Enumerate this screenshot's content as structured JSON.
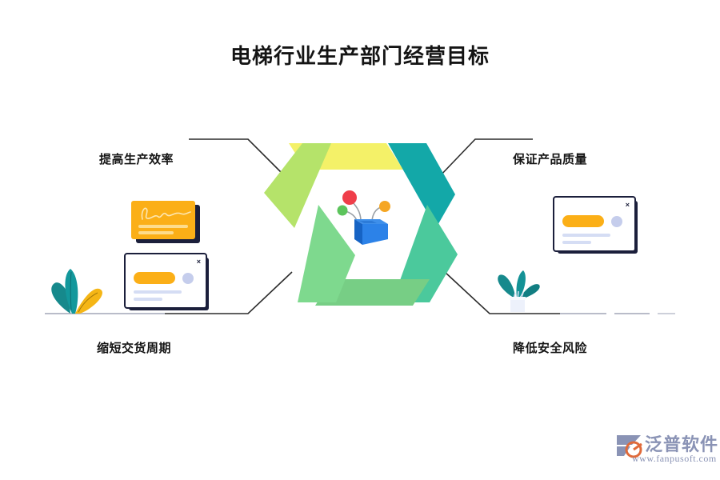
{
  "page": {
    "title": "电梯行业生产部门经营目标",
    "background": "#FFFFFF"
  },
  "nodes": [
    {
      "id": "top-left",
      "label": "提高生产效率"
    },
    {
      "id": "top-right",
      "label": "保证产品质量"
    },
    {
      "id": "bottom-left",
      "label": "缩短交货周期"
    },
    {
      "id": "bottom-right",
      "label": "降低安全风险"
    }
  ],
  "wheel": {
    "name": "hexagon-wheel-graphic",
    "segments": [
      {
        "position": "top",
        "color": "#F4F168"
      },
      {
        "position": "top-right",
        "color": "#13A8A8"
      },
      {
        "position": "bottom-right",
        "color": "#4BC99C"
      },
      {
        "position": "bottom",
        "color": "#77CE85"
      },
      {
        "position": "bottom-left",
        "color": "#7ED98E"
      },
      {
        "position": "top-left",
        "color": "#B5E36A"
      }
    ],
    "center_icon": {
      "name": "box-with-balloons-icon",
      "box_color": "#1E7FE0",
      "balloons": [
        "#EF3E4A",
        "#5CC45C",
        "#F5A623"
      ]
    }
  },
  "illustrations": {
    "orange_card": {
      "name": "signature-document-card",
      "color": "#FBAF17",
      "shadow": "#1b1f3b"
    },
    "left_dialog": {
      "name": "dialog-card-left",
      "close_label": "×",
      "button_color": "#FBAF17"
    },
    "right_dialog": {
      "name": "dialog-card-right",
      "close_label": "×",
      "button_color": "#FBAF17"
    },
    "left_plant": {
      "name": "leaf-plant-illustration",
      "colors": [
        "#16898C",
        "#F5B616"
      ]
    },
    "right_plant": {
      "name": "potted-plant-illustration",
      "colors": [
        "#16898C",
        "#EDF1FB"
      ]
    }
  },
  "logo": {
    "name": "fanpu-software-logo",
    "text": "泛普软件",
    "url": "www.fanpusoft.com",
    "color": "#8A93B5"
  }
}
